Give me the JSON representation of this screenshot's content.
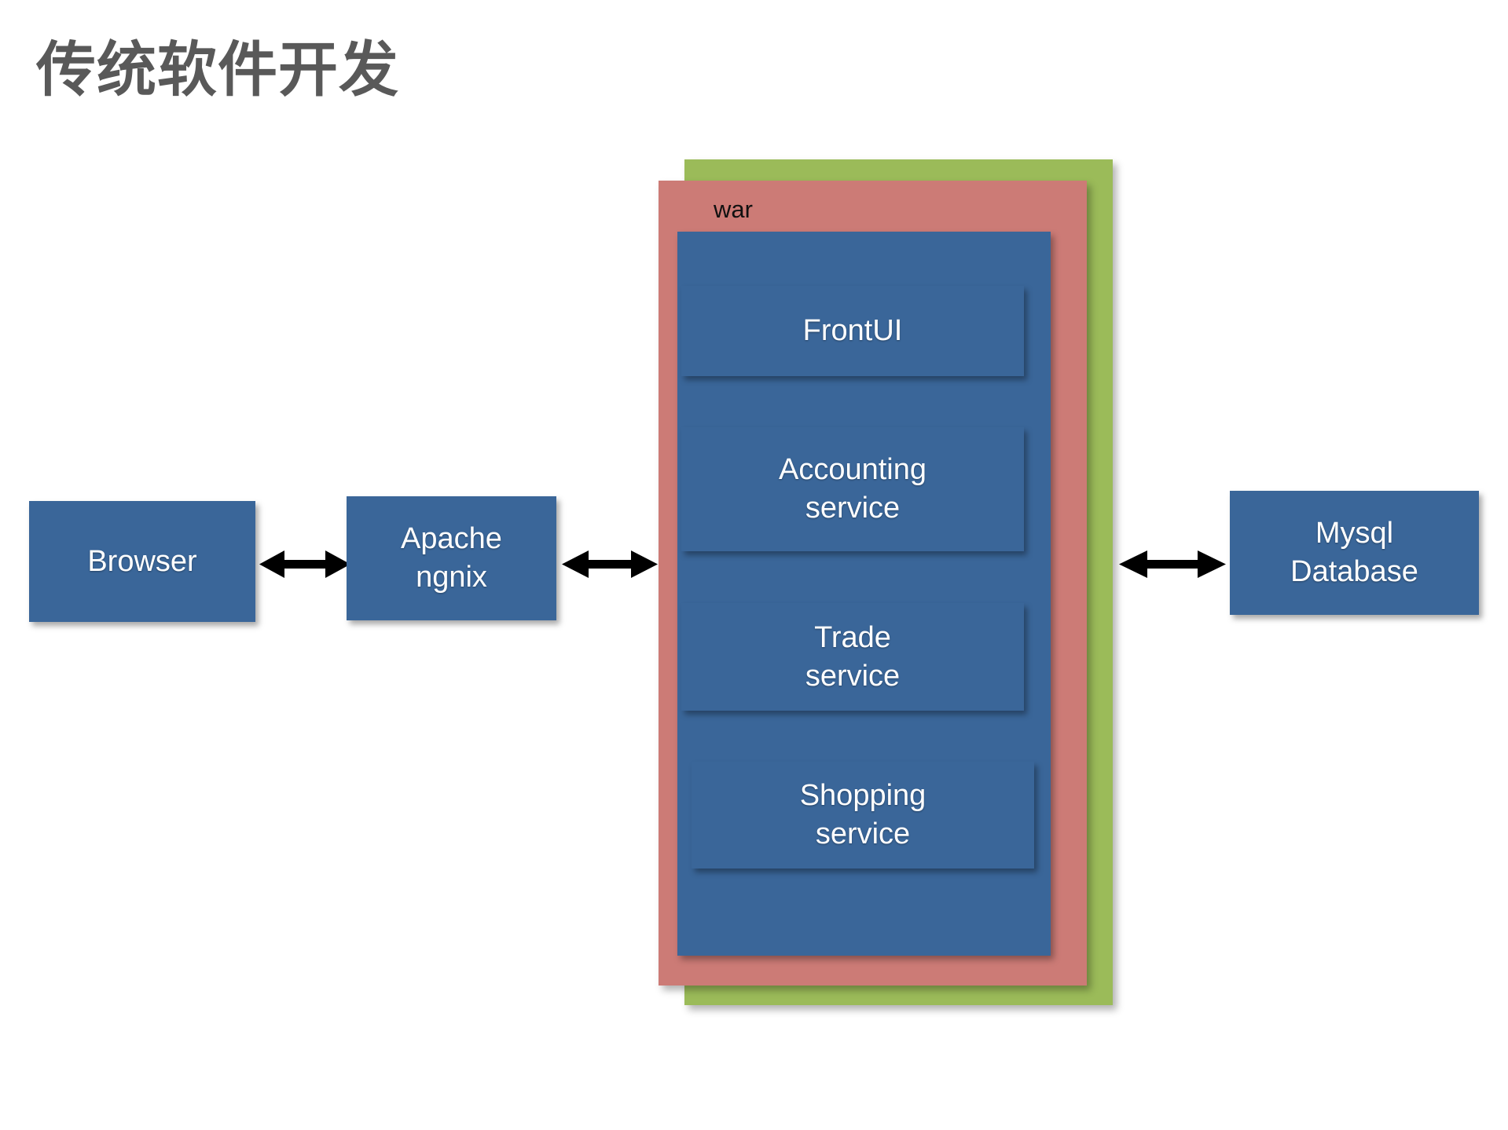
{
  "slide": {
    "title": "传统软件开发",
    "title_color": "#595959",
    "background": "#ffffff"
  },
  "colors": {
    "node_blue": "#3A6699",
    "outer_green": "#9BBB59",
    "war_red": "#CC7B76",
    "arrow_black": "#000000"
  },
  "nodes": {
    "browser": {
      "label": "Browser"
    },
    "web_server": {
      "label_line1": "Apache",
      "label_line2": "ngnix"
    },
    "database": {
      "label_line1": "Mysql",
      "label_line2": "Database"
    }
  },
  "app_server": {
    "outer_panel_name": "application-server",
    "war_label": "war",
    "services": [
      {
        "label": "FrontUI",
        "lines": [
          "FrontUI"
        ]
      },
      {
        "label": "Accounting service",
        "lines": [
          "Accounting",
          "service"
        ]
      },
      {
        "label": "Trade service",
        "lines": [
          "Trade",
          "service"
        ]
      },
      {
        "label": "Shopping service",
        "lines": [
          "Shopping",
          "service"
        ]
      }
    ]
  },
  "connectors": [
    {
      "name": "browser-to-webserver",
      "type": "double-arrow"
    },
    {
      "name": "webserver-to-appserver",
      "type": "double-arrow"
    },
    {
      "name": "appserver-to-database",
      "type": "double-arrow"
    }
  ]
}
